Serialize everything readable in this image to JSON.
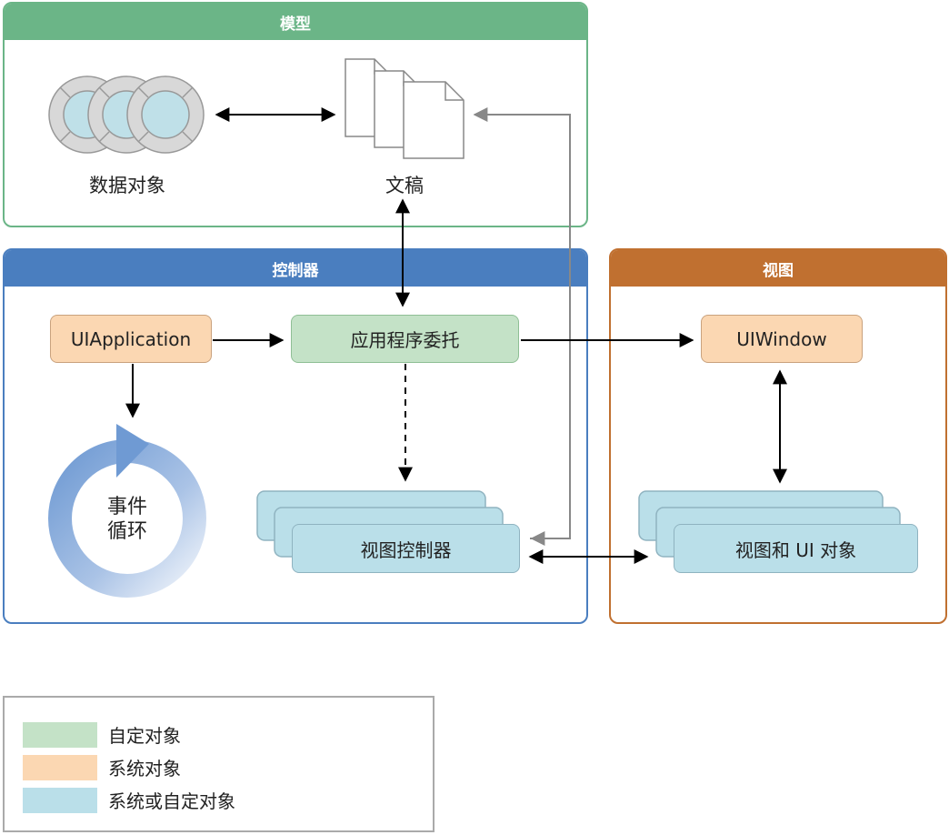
{
  "model": {
    "title": "模型",
    "data_objects_label": "数据对象",
    "documents_label": "文稿"
  },
  "controller": {
    "title": "控制器",
    "uiapplication": "UIApplication",
    "app_delegate": "应用程序委托",
    "event_loop_line1": "事件",
    "event_loop_line2": "循环",
    "view_controller": "视图控制器"
  },
  "view": {
    "title": "视图",
    "uiwindow": "UIWindow",
    "views_ui": "视图和 UI 对象"
  },
  "legend": {
    "custom": "自定对象",
    "system": "系统对象",
    "system_or_custom": "系统或自定对象"
  },
  "colors": {
    "model": "#6bb587",
    "controller": "#4a7ebf",
    "view": "#c07030",
    "custom": "#c4e2c7",
    "system": "#fbd7b2",
    "system_or_custom": "#badfe9"
  }
}
